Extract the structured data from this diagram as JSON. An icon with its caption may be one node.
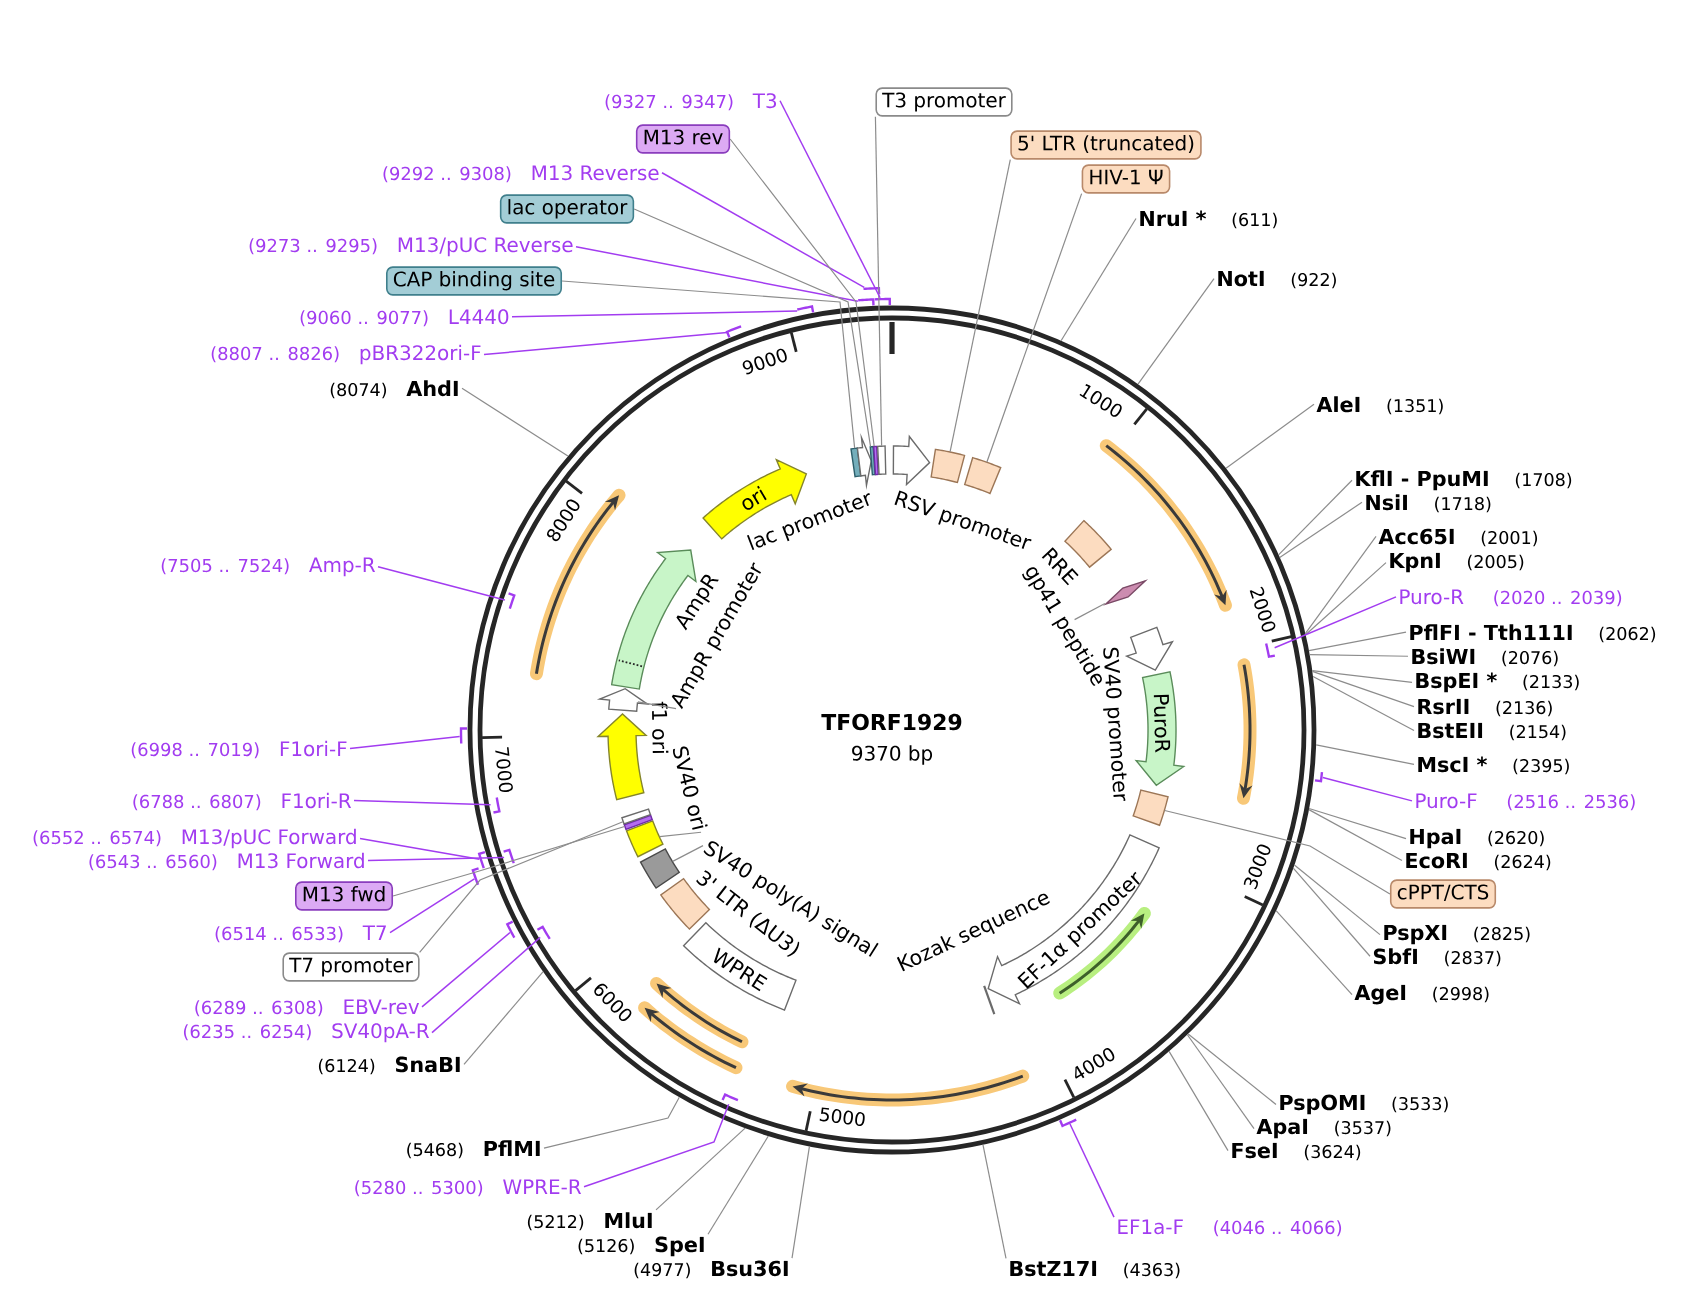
{
  "diagram": {
    "nodes": [
      {
        "text": [
          "T3 promoter"
        ]
      },
      {
        "text": [
          "5' LTR (truncated)"
        ]
      },
      {
        "text": [
          "HIV-1 Ψ"
        ]
      },
      {
        "text": [
          "NruI *"
        ],
        "beside": [
          "(611)"
        ]
      },
      {
        "text": [
          "NotI"
        ],
        "beside": [
          "(922)"
        ]
      },
      {
        "text": [
          "AleI"
        ],
        "beside": [
          "(1351)"
        ]
      },
      {
        "text": [
          "KflI - PpuMI"
        ],
        "beside": [
          "(1708)"
        ]
      },
      {
        "text": [
          "NsiI"
        ],
        "beside": [
          "(1718)"
        ]
      },
      {
        "text": [
          "Acc65I"
        ],
        "beside": [
          "(2001)"
        ]
      },
      {
        "text": [
          "KpnI"
        ],
        "beside": [
          "(2005)"
        ]
      },
      {
        "text": [
          "Puro-R"
        ],
        "beside": [
          "(2020 .. 2039)"
        ]
      },
      {
        "text": [
          "PflFI - Tth111I"
        ],
        "beside": [
          "(2062)"
        ]
      },
      {
        "text": [
          "BsiWI"
        ],
        "beside": [
          "(2076)"
        ]
      },
      {
        "text": [
          "BspEI *"
        ],
        "beside": [
          "(2133)"
        ]
      },
      {
        "text": [
          "RsrII"
        ],
        "beside": [
          "(2136)"
        ]
      },
      {
        "text": [
          "BstEII"
        ],
        "beside": [
          "(2154)"
        ]
      },
      {
        "text": [
          "MscI *"
        ],
        "beside": [
          "(2395)"
        ]
      },
      {
        "text": [
          "Puro-F"
        ],
        "beside": [
          "(2516 .. 2536)"
        ]
      },
      {
        "text": [
          "HpaI"
        ],
        "beside": [
          "(2620)"
        ]
      },
      {
        "text": [
          "EcoRI"
        ],
        "beside": [
          "(2624)"
        ]
      },
      {
        "text": [
          "cPPT/CTS"
        ]
      },
      {
        "text": [
          "PspXI"
        ],
        "beside": [
          "(2825)"
        ]
      },
      {
        "text": [
          "SbfI"
        ],
        "beside": [
          "(2837)"
        ]
      },
      {
        "text": [
          "AgeI"
        ],
        "beside": [
          "(2998)"
        ]
      },
      {
        "text": [
          "PspOMI"
        ],
        "beside": [
          "(3533)"
        ]
      },
      {
        "text": [
          "ApaI"
        ],
        "beside": [
          "(3537)"
        ]
      },
      {
        "text": [
          "FseI"
        ],
        "beside": [
          "(3624)"
        ]
      },
      {
        "text": [
          "EF1a-F"
        ],
        "beside": [
          "(4046 .. 4066)"
        ]
      },
      {
        "text": [
          "BstZ17I"
        ],
        "beside": [
          "(4363)"
        ]
      },
      {
        "text": [
          "Bsu36I"
        ],
        "beside": [
          "(4977)"
        ]
      },
      {
        "text": [
          "SpeI"
        ],
        "beside": [
          "(5126)"
        ]
      },
      {
        "text": [
          "MluI"
        ],
        "beside": [
          "(5212)"
        ]
      },
      {
        "text": [
          "WPRE-R"
        ],
        "beside": [
          "(5280 .. 5300)"
        ]
      },
      {
        "text": [
          "PflMI"
        ],
        "beside": [
          "(5468)"
        ]
      },
      {
        "text": [
          "SnaBI"
        ],
        "beside": [
          "(6124)"
        ]
      },
      {
        "text": [
          "SV40pA-R"
        ],
        "beside": [
          "(6235 .. 6254)"
        ]
      },
      {
        "text": [
          "EBV-rev"
        ],
        "beside": [
          "(6289 .. 6308)"
        ]
      },
      {
        "text": [
          "T7 promoter"
        ]
      },
      {
        "text": [
          "T7"
        ],
        "beside": [
          "(6514 .. 6533)"
        ]
      },
      {
        "text": [
          "M13 fwd"
        ]
      },
      {
        "text": [
          "M13 Forward"
        ],
        "beside": [
          "(6543 .. 6560)"
        ]
      },
      {
        "text": [
          "M13/pUC Forward"
        ],
        "beside": [
          "(6552 .. 6574)"
        ]
      },
      {
        "text": [
          "F1ori-R"
        ],
        "beside": [
          "(6788 .. 6807)"
        ]
      },
      {
        "text": [
          "F1ori-F"
        ],
        "beside": [
          "(6998 .. 7019)"
        ]
      },
      {
        "text": [
          "Amp-R"
        ],
        "beside": [
          "(7505 .. 7524)"
        ]
      },
      {
        "text": [
          "AhdI"
        ],
        "beside": [
          "(8074)"
        ]
      },
      {
        "text": [
          "pBR322ori-F"
        ],
        "beside": [
          "(8807 .. 8826)"
        ]
      },
      {
        "text": [
          "L4440"
        ],
        "beside": [
          "(9060 .. 9077)"
        ]
      },
      {
        "text": [
          "CAP binding site"
        ]
      },
      {
        "text": [
          "M13/pUC Reverse"
        ],
        "beside": [
          "(9273 .. 9295)"
        ]
      },
      {
        "text": [
          "lac operator"
        ]
      },
      {
        "text": [
          "M13 Reverse"
        ],
        "beside": [
          "(9292 .. 9308)"
        ]
      },
      {
        "text": [
          "M13 rev"
        ]
      },
      {
        "text": [
          "T3"
        ],
        "beside": [
          "(9327 .. 9347)"
        ]
      },
      {
        "text": [],
        "shape": "box"
      },
      {
        "text": [],
        "shape": "arrow",
        "beside": [
          "lac promoter"
        ]
      },
      {
        "text": [],
        "shape": "box"
      },
      {
        "text": [],
        "shape": "box"
      },
      {
        "text": [],
        "shape": "box"
      },
      {
        "text": [],
        "shape": "arrow",
        "beside": [
          "RSV promoter"
        ]
      },
      {
        "text": [],
        "shape": "box"
      },
      {
        "text": [],
        "shape": "box"
      },
      {
        "text": [],
        "shape": "box",
        "beside": [
          "RRE"
        ]
      },
      {
        "text": [],
        "shape": "diamond"
      },
      {
        "text": [],
        "shape": "arrow",
        "beside": [
          "SV40 promoter"
        ]
      },
      {
        "text": [
          "PuroR"
        ]
      },
      {
        "text": [],
        "shape": "box"
      },
      {
        "text": [
          "EF-1α promoter"
        ]
      },
      {
        "text": [
          "Kozak sequence"
        ]
      },
      {
        "text": [
          "WPRE"
        ]
      },
      {
        "text": [],
        "shape": "box",
        "beside": [
          "3' LTR (ΔU3)"
        ]
      },
      {
        "text": [],
        "shape": "box"
      },
      {
        "text": [],
        "shape": "box"
      },
      {
        "text": [],
        "shape": "box"
      },
      {
        "text": [],
        "shape": "box"
      },
      {
        "text": [],
        "shape": "arrow",
        "beside": [
          "f1 ori"
        ]
      },
      {
        "text": [],
        "shape": "arrow"
      },
      {
        "text": [],
        "shape": "arrow",
        "beside": [
          "AmpR"
        ]
      },
      {
        "text": [
          "ori"
        ]
      },
      {
        "text": [
          "gp41 peptide"
        ]
      },
      {
        "text": [
          "SV40 poly(A) signal"
        ]
      },
      {
        "text": [
          "SV40 ori"
        ]
      },
      {
        "text": [
          "AmpR promoter"
        ]
      },
      {
        "text": [],
        "shape": "bar"
      },
      {
        "text": [],
        "shape": "bar"
      },
      {
        "text": [],
        "shape": "bar"
      },
      {
        "text": [],
        "shape": "bar"
      },
      {
        "text": [],
        "shape": "bar"
      },
      {
        "text": [],
        "shape": "bar"
      },
      {
        "text": [],
        "shape": "bar"
      },
      {
        "text": [],
        "shape": "bar"
      },
      {
        "text": [],
        "shape": "bar"
      },
      {
        "text": [],
        "shape": "bar"
      },
      {
        "text": [],
        "shape": "bar"
      },
      {
        "text": [],
        "shape": "bar"
      },
      {
        "text": [],
        "shape": "bar"
      },
      {
        "text": [],
        "shape": "bar"
      },
      {
        "text": [],
        "shape": "bar"
      },
      {
        "text": [],
        "shape": "bar"
      },
      {
        "text": [],
        "shape": "bar"
      }
    ],
    "edges": [
      {
        "from": 0,
        "to": 58,
        "arrow": "none"
      },
      {
        "from": 1,
        "to": 60,
        "arrow": "none"
      },
      {
        "from": 2,
        "to": 61,
        "arrow": "none"
      },
      {
        "from": 3,
        "to": null,
        "arrow": "none"
      },
      {
        "from": 4,
        "to": null,
        "arrow": "none"
      },
      {
        "from": 5,
        "to": null,
        "arrow": "none"
      },
      {
        "from": 6,
        "to": null,
        "arrow": "none"
      },
      {
        "from": 7,
        "to": null,
        "arrow": "none"
      },
      {
        "from": 8,
        "to": null,
        "arrow": "none"
      },
      {
        "from": 9,
        "to": null,
        "arrow": "none"
      },
      {
        "from": 10,
        "to": 83,
        "arrow": "none",
        "color": "#a23cf0"
      },
      {
        "from": 11,
        "to": null,
        "arrow": "none"
      },
      {
        "from": 12,
        "to": null,
        "arrow": "none"
      },
      {
        "from": 13,
        "to": null,
        "arrow": "none"
      },
      {
        "from": 14,
        "to": null,
        "arrow": "none"
      },
      {
        "from": 15,
        "to": null,
        "arrow": "none"
      },
      {
        "from": 16,
        "to": null,
        "arrow": "none"
      },
      {
        "from": 17,
        "to": 84,
        "arrow": "none",
        "color": "#a23cf0"
      },
      {
        "from": 18,
        "to": null,
        "arrow": "none"
      },
      {
        "from": 19,
        "to": null,
        "arrow": "none"
      },
      {
        "from": 20,
        "to": 66,
        "arrow": "none"
      },
      {
        "from": 21,
        "to": null,
        "arrow": "none"
      },
      {
        "from": 22,
        "to": null,
        "arrow": "none"
      },
      {
        "from": 23,
        "to": null,
        "arrow": "none"
      },
      {
        "from": 24,
        "to": null,
        "arrow": "none"
      },
      {
        "from": 25,
        "to": null,
        "arrow": "none"
      },
      {
        "from": 26,
        "to": null,
        "arrow": "none"
      },
      {
        "from": 27,
        "to": 85,
        "arrow": "none",
        "color": "#a23cf0"
      },
      {
        "from": 28,
        "to": null,
        "arrow": "none"
      },
      {
        "from": 29,
        "to": null,
        "arrow": "none"
      },
      {
        "from": 30,
        "to": null,
        "arrow": "none"
      },
      {
        "from": 31,
        "to": null,
        "arrow": "none"
      },
      {
        "from": 32,
        "to": 86,
        "arrow": "none",
        "color": "#a23cf0"
      },
      {
        "from": 33,
        "to": null,
        "arrow": "none"
      },
      {
        "from": 34,
        "to": null,
        "arrow": "none"
      },
      {
        "from": 35,
        "to": 87,
        "arrow": "none",
        "color": "#a23cf0"
      },
      {
        "from": 36,
        "to": 88,
        "arrow": "none",
        "color": "#a23cf0"
      },
      {
        "from": 37,
        "to": 74,
        "arrow": "none"
      },
      {
        "from": 38,
        "to": 89,
        "arrow": "none",
        "color": "#a23cf0"
      },
      {
        "from": 39,
        "to": 73,
        "arrow": "none"
      },
      {
        "from": 40,
        "to": 90,
        "arrow": "none",
        "color": "#a23cf0"
      },
      {
        "from": 41,
        "to": 91,
        "arrow": "none",
        "color": "#a23cf0"
      },
      {
        "from": 42,
        "to": 92,
        "arrow": "none",
        "color": "#a23cf0"
      },
      {
        "from": 43,
        "to": 93,
        "arrow": "none",
        "color": "#a23cf0"
      },
      {
        "from": 44,
        "to": 94,
        "arrow": "none",
        "color": "#a23cf0"
      },
      {
        "from": 45,
        "to": null,
        "arrow": "none"
      },
      {
        "from": 46,
        "to": 95,
        "arrow": "none",
        "color": "#a23cf0"
      },
      {
        "from": 47,
        "to": 96,
        "arrow": "none",
        "color": "#a23cf0"
      },
      {
        "from": 48,
        "to": 54,
        "arrow": "none"
      },
      {
        "from": 49,
        "to": 97,
        "arrow": "none",
        "color": "#a23cf0"
      },
      {
        "from": 50,
        "to": 56,
        "arrow": "none"
      },
      {
        "from": 51,
        "to": 98,
        "arrow": "none",
        "color": "#a23cf0"
      },
      {
        "from": 52,
        "to": 57,
        "arrow": "none"
      },
      {
        "from": 53,
        "to": 99,
        "arrow": "none",
        "color": "#a23cf0"
      },
      {
        "from": 79,
        "to": 63,
        "arrow": "none"
      },
      {
        "from": 80,
        "to": 71,
        "arrow": "none"
      },
      {
        "from": 81,
        "to": 72,
        "arrow": "none"
      },
      {
        "from": 82,
        "to": 76,
        "arrow": "none"
      }
    ],
    "labels": [
      "TFORF1929",
      "9370 bp",
      "1000",
      "2000",
      "3000",
      "4000",
      "5000",
      "6000",
      "7000",
      "8000",
      "9000"
    ]
  }
}
